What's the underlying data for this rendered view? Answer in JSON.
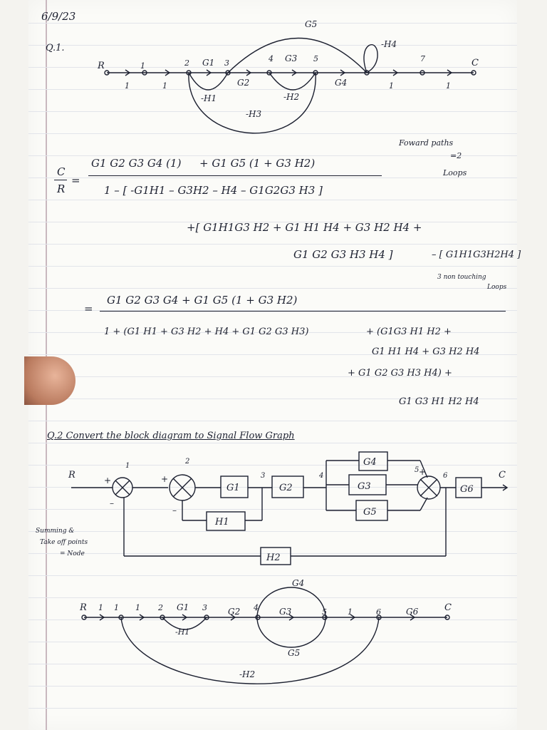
{
  "date": "6/9/23",
  "q1": {
    "label": "Q.1.",
    "graph": {
      "input": "R",
      "output": "C",
      "gains": {
        "g1": "G1",
        "g2": "G2",
        "g3": "G3",
        "g4": "G4",
        "g5": "G5",
        "one": "1"
      },
      "feedback": {
        "h1": "-H1",
        "h2": "-H2",
        "h3": "-H3",
        "h4": "-H4"
      },
      "nodes": [
        "2",
        "3",
        "4",
        "5",
        "7"
      ]
    },
    "note": {
      "line1": "Foward paths",
      "line2": "=2",
      "line3": "Loops"
    },
    "equation": {
      "lhs_num": "C",
      "lhs_den": "R",
      "eq": "=",
      "num_a": "G1 G2 G3 G4 (1)",
      "num_b": "+ G1 G5 (1 + G3 H2)",
      "den_a": "1 – [ -G1H1 – G3H2 – H4 – G1G2G3 H3 ]",
      "den_b": "+[ G1H1G3 H2 + G1 H1 H4 + G3 H2 H4 +",
      "den_c": "G1 G2 G3 H3 H4 ]",
      "den_d": "– [ G1H1G3H2H4 ]",
      "nontouching": "3 non touching",
      "nontouching2": "Loops"
    },
    "equation2": {
      "eq": "=",
      "num": "G1 G2 G3 G4 + G1 G5 (1 + G3 H2)",
      "den_a": "1 + (G1 H1 + G3 H2 + H4 + G1 G2 G3 H3)",
      "den_b": "+ (G1G3 H1 H2 +",
      "den_c": "G1 H1 H4 + G3 H2 H4",
      "den_d": "+ G1 G2 G3 H3 H4) +",
      "den_e": "G1 G3 H1 H2 H4"
    }
  },
  "q2": {
    "title": "Q.2 Convert the block diagram to Signal Flow Graph",
    "block": {
      "input": "R",
      "output": "C",
      "blocks": {
        "g1": "G1",
        "g2": "G2",
        "g3": "G3",
        "g4": "G4",
        "g5": "G5",
        "g6": "G6",
        "h1": "H1",
        "h2": "H2"
      },
      "markers": [
        "1",
        "2",
        "3",
        "4",
        "5",
        "6"
      ],
      "signs": {
        "plus": "+",
        "minus": "–"
      }
    },
    "side_note": {
      "line1": "Summing &",
      "line2": "Take off points",
      "line3": "= Node"
    },
    "sfg": {
      "input": "R",
      "output": "C",
      "labels": {
        "one": "1",
        "n2": "2",
        "g1": "G1",
        "n3": "3",
        "g2": "G2",
        "n4": "4",
        "g3": "G3",
        "n5": "5",
        "n6": "6",
        "g6": "G6",
        "g4": "G4",
        "g5": "G5"
      },
      "feedback": {
        "h1": "-H1",
        "h2": "-H2"
      }
    }
  },
  "colors": {
    "ink": "#1c2030",
    "paper": "#fbfbf8",
    "ruling": "#e2e4ea",
    "margin": "#c9b8bf"
  }
}
